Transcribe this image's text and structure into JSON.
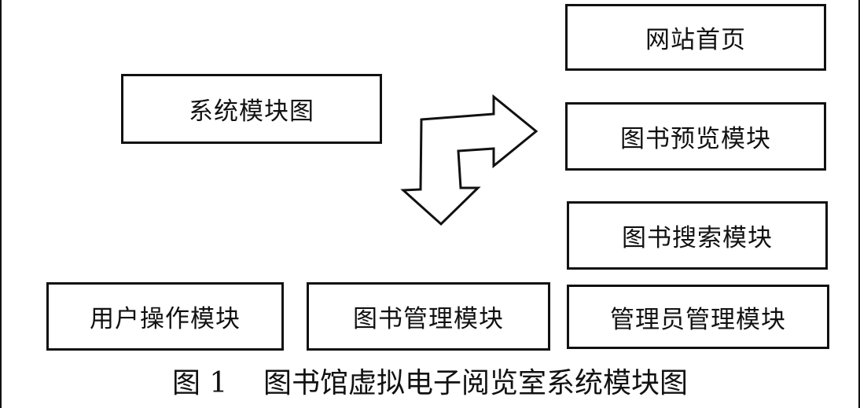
{
  "diagram": {
    "center_label": "系统模块图",
    "right_modules": [
      "网站首页",
      "图书预览模块",
      "图书搜索模块",
      "管理员管理模块"
    ],
    "bottom_modules": [
      "用户操作模块",
      "图书管理模块"
    ],
    "caption": "图 1    图书馆虚拟电子阅览室系统模块图"
  }
}
